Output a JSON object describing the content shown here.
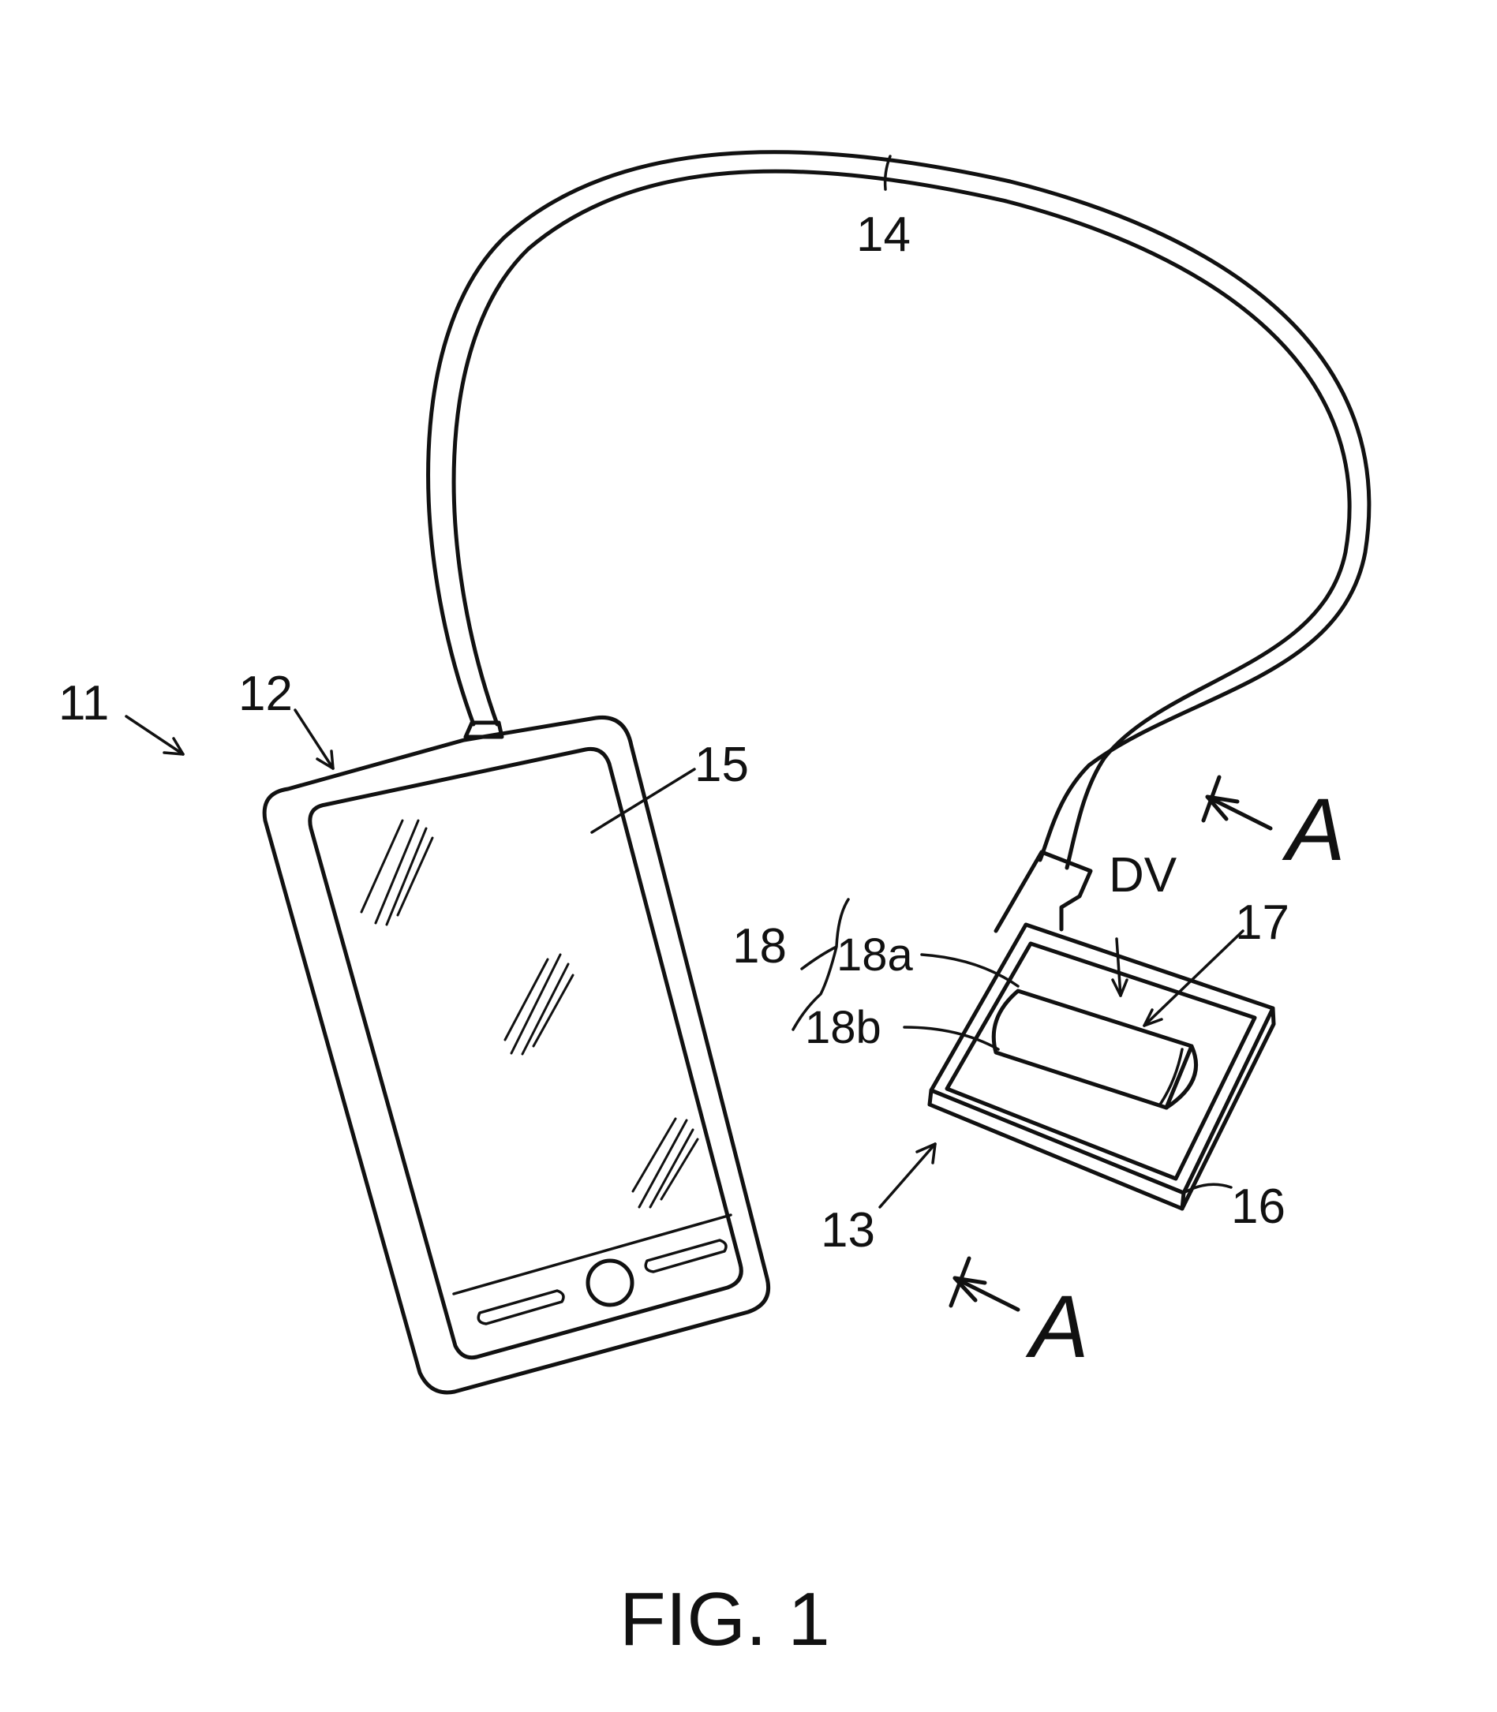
{
  "figure": {
    "caption": "FIG. 1",
    "labels": {
      "ref_11": "11",
      "ref_12": "12",
      "ref_13": "13",
      "ref_14": "14",
      "ref_15": "15",
      "ref_16": "16",
      "ref_17": "17",
      "ref_18": "18",
      "ref_18a": "18a",
      "ref_18b": "18b",
      "ref_dv": "DV",
      "section_top": "A",
      "section_bottom": "A"
    }
  }
}
